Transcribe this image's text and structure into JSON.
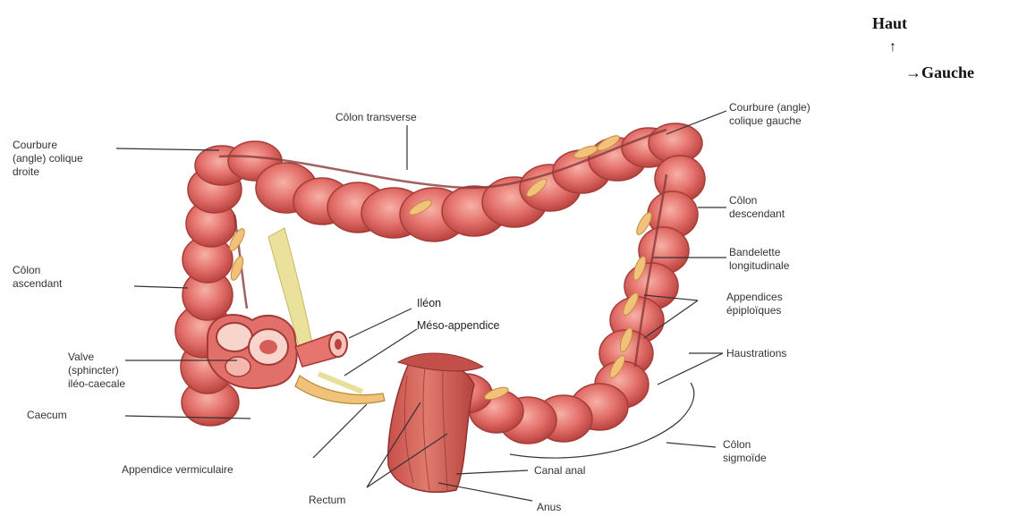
{
  "orientation": {
    "up": "Haut",
    "up_arrow": "↑",
    "left": "→Gauche"
  },
  "labels": {
    "colon_transverse": "Côlon transverse",
    "courbure_gauche": "Courbure (angle)\ncolique gauche",
    "courbure_droite": "Courbure\n(angle) colique\ndroite",
    "colon_descendant": "Côlon\ndescendant",
    "bandelette": "Bandelette\nlongitudinale",
    "appendices": "Appendices\népiploïques",
    "haustrations": "Haustrations",
    "colon_ascendant": "Côlon\nascendant",
    "ileon": "Iléon",
    "meso_appendice": "Méso-appendice",
    "valve": "Valve\n(sphincter)\niléo-caecale",
    "caecum": "Caecum",
    "appendice": "Appendice vermiculaire",
    "colon_sigmoide": "Côlon\nsigmoïde",
    "canal_anal": "Canal anal",
    "rectum": "Rectum",
    "anus": "Anus"
  },
  "colors": {
    "colon_fill": "#e26e6e",
    "colon_dark": "#b8433f",
    "colon_light": "#f6a39a",
    "fat_tags": "#f2c27a",
    "mesentery": "#e8e09a",
    "leader_lines": "#333333"
  }
}
